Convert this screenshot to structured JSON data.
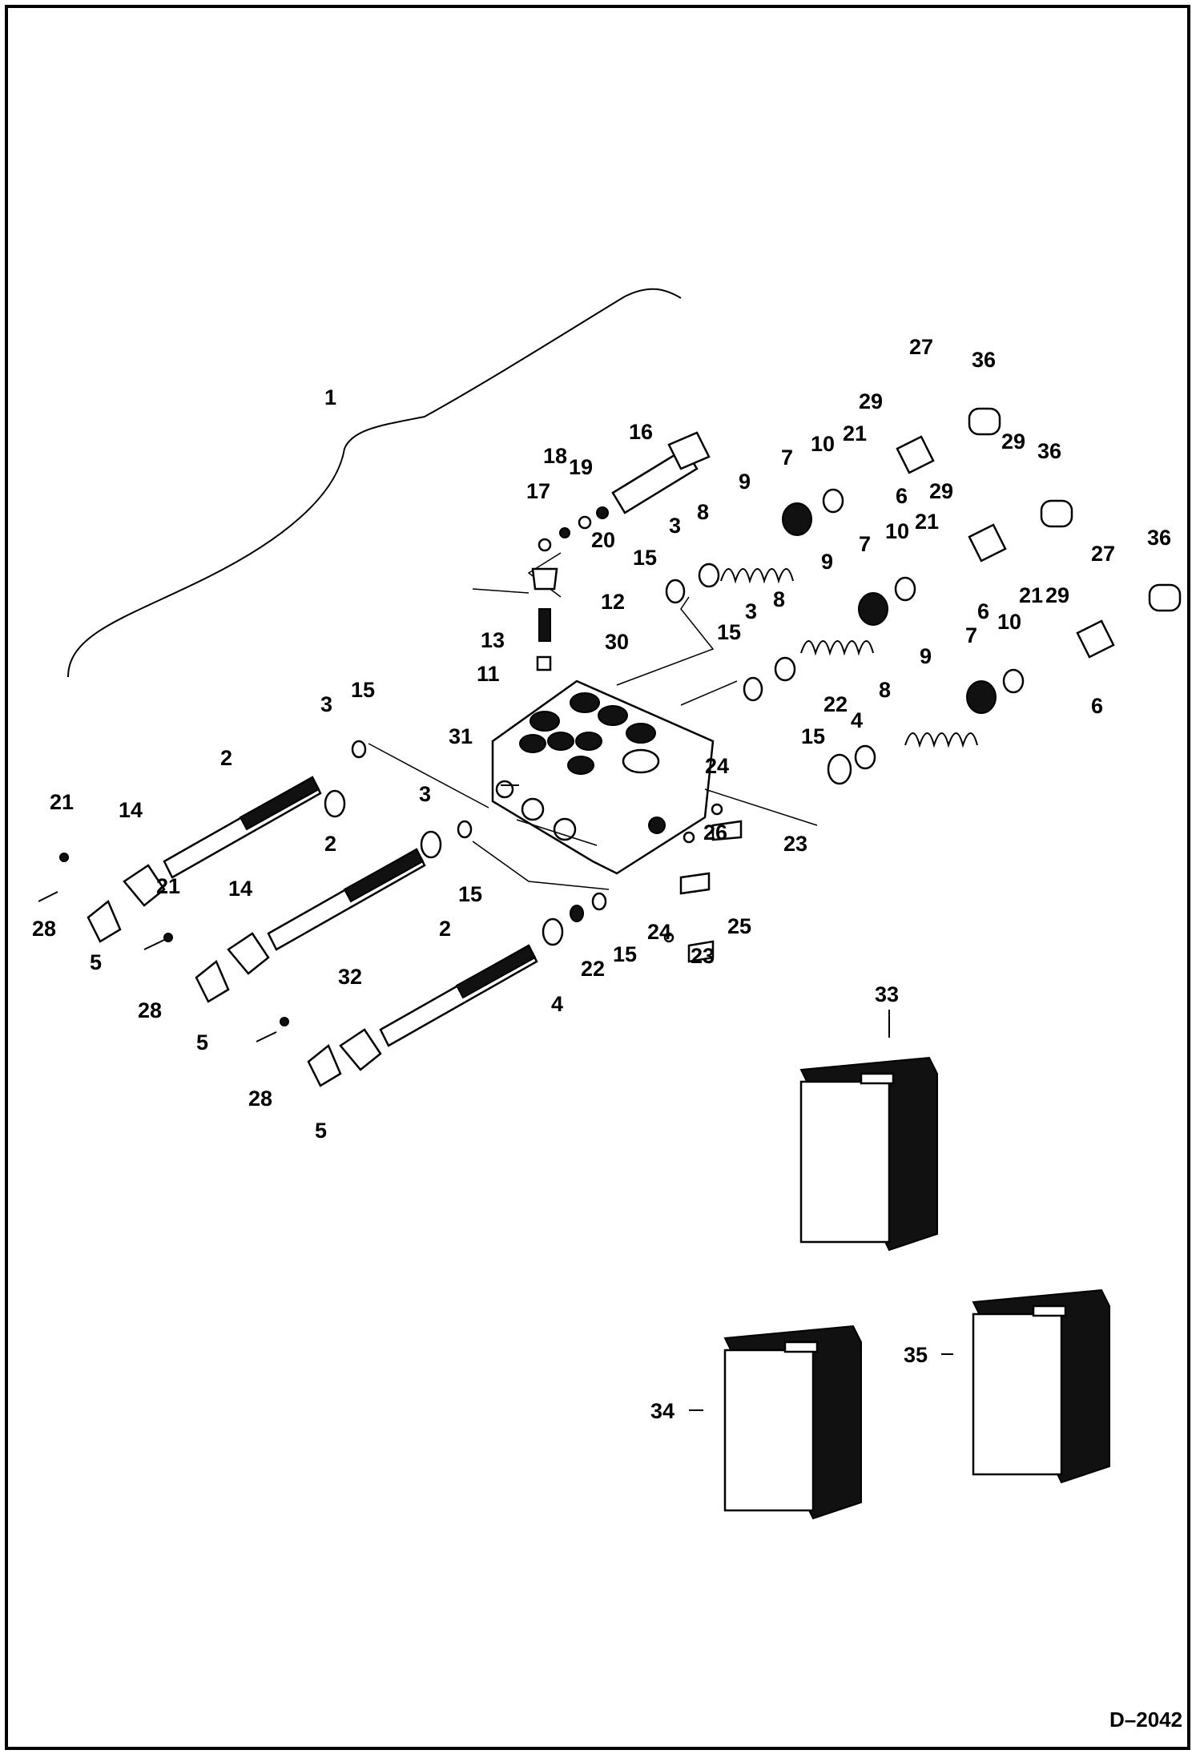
{
  "diagram": {
    "labels": {
      "l1": "1",
      "l2a": "2",
      "l2b": "2",
      "l2c": "2",
      "l3a": "3",
      "l3b": "3",
      "l3c": "3",
      "l3d": "3",
      "l4a": "4",
      "l4b": "4",
      "l5a": "5",
      "l5b": "5",
      "l5c": "5",
      "l6a": "6",
      "l6b": "6",
      "l6c": "6",
      "l7a": "7",
      "l7b": "7",
      "l7c": "7",
      "l8a": "8",
      "l8b": "8",
      "l8c": "8",
      "l9a": "9",
      "l9b": "9",
      "l9c": "9",
      "l10a": "10",
      "l10b": "10",
      "l10c": "10",
      "l11": "11",
      "l12": "12",
      "l13": "13",
      "l14a": "14",
      "l14b": "14",
      "l15a": "15",
      "l15b": "15",
      "l15c": "15",
      "l15d": "15",
      "l15e": "15",
      "l15f": "15",
      "l16": "16",
      "l17": "17",
      "l18": "18",
      "l19": "19",
      "l20": "20",
      "l21a": "21",
      "l21b": "21",
      "l21c": "21",
      "l21d": "21",
      "l21e": "21",
      "l22a": "22",
      "l22b": "22",
      "l23a": "23",
      "l23b": "23",
      "l24a": "24",
      "l24b": "24",
      "l25": "25",
      "l26": "26",
      "l27a": "27",
      "l27b": "27",
      "l28a": "28",
      "l28b": "28",
      "l28c": "28",
      "l29a": "29",
      "l29b": "29",
      "l29c": "29",
      "l29d": "29",
      "l30": "30",
      "l31": "31",
      "l32": "32",
      "l33": "33",
      "l34": "34",
      "l35": "35",
      "l36a": "36",
      "l36b": "36",
      "l36c": "36"
    },
    "drawing_code": "D–2042"
  }
}
